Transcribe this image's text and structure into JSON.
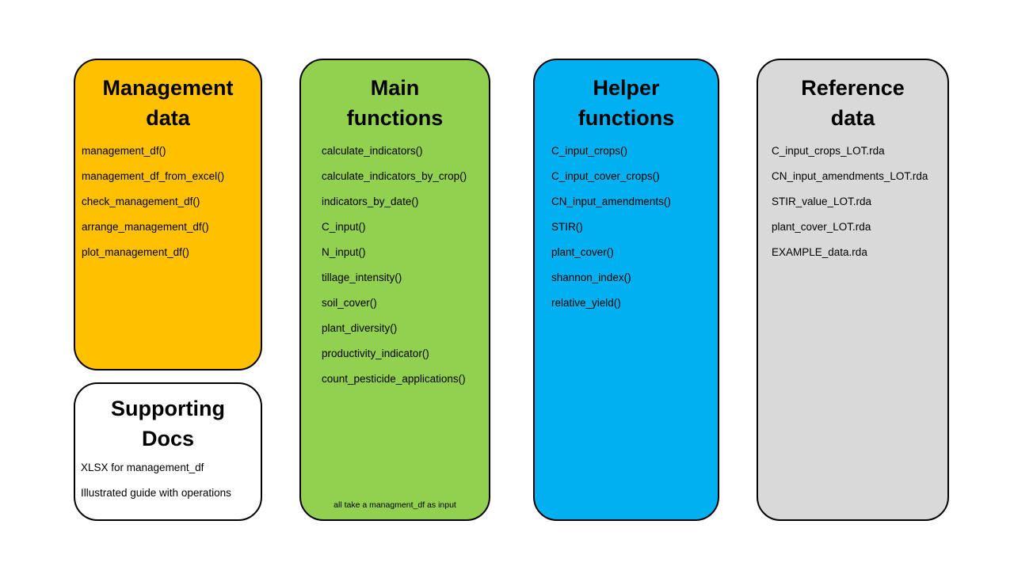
{
  "page": {
    "background_color": "#FFFFFF",
    "border_color": "#000000"
  },
  "cards": {
    "management": {
      "title": "Management\ndata",
      "color": "#FFC000",
      "items": [
        "management_df()",
        "management_df_from_excel()",
        "check_management_df()",
        "arrange_management_df()",
        "plot_management_df()"
      ]
    },
    "supporting": {
      "title": "Supporting\nDocs",
      "color": "#FFFFFF",
      "items": [
        "XLSX for management_df",
        "Illustrated guide with operations"
      ]
    },
    "main": {
      "title": "Main\nfunctions",
      "color": "#92D050",
      "items": [
        "calculate_indicators()",
        "calculate_indicators_by_crop()",
        "indicators_by_date()",
        "C_input()",
        "N_input()",
        "tillage_intensity()",
        "soil_cover()",
        "plant_diversity()",
        "productivity_indicator()",
        "count_pesticide_applications()"
      ],
      "footnote": "all take a managment_df as input"
    },
    "helper": {
      "title": "Helper\nfunctions",
      "color": "#00B0F0",
      "items": [
        "C_input_crops()",
        "C_input_cover_crops()",
        "CN_input_amendments()",
        "STIR()",
        "plant_cover()",
        "shannon_index()",
        "relative_yield()"
      ]
    },
    "reference": {
      "title": "Reference\ndata",
      "color": "#D9D9D9",
      "items": [
        "C_input_crops_LOT.rda",
        "CN_input_amendments_LOT.rda",
        "STIR_value_LOT.rda",
        "plant_cover_LOT.rda",
        "EXAMPLE_data.rda"
      ]
    }
  }
}
